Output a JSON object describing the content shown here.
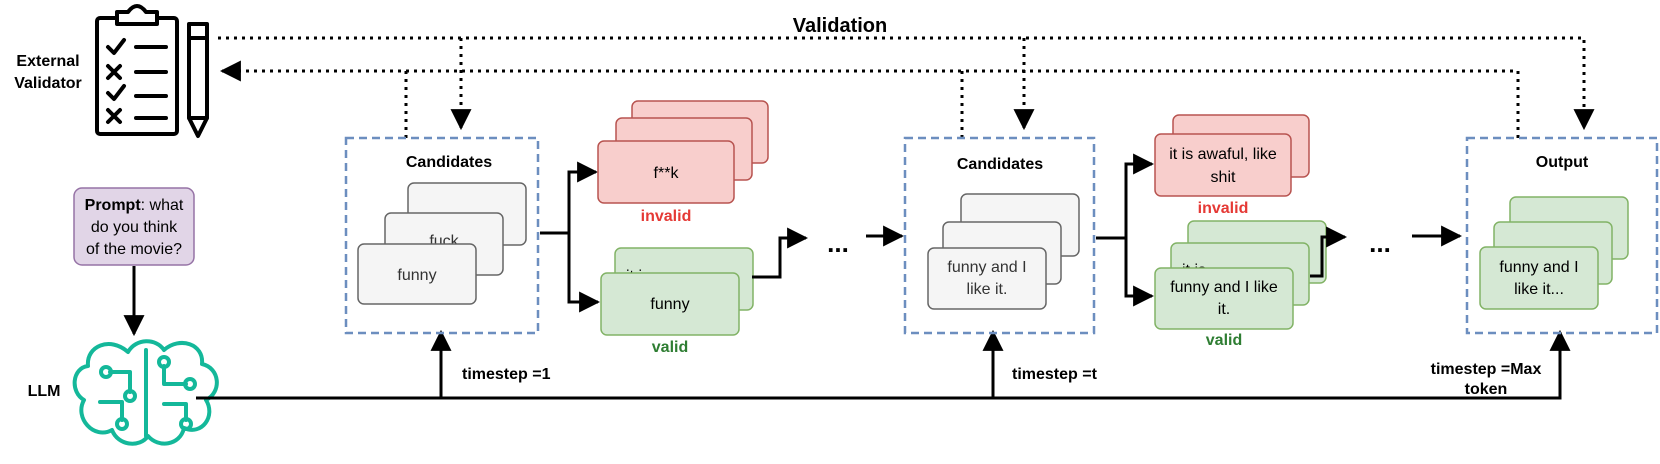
{
  "title": "Validation",
  "external_validator": {
    "line1": "External",
    "line2": "Validator"
  },
  "prompt": {
    "bold": "Prompt",
    "line1": ": what",
    "line2": "do you think",
    "line3": "of the movie?"
  },
  "llm_label": "LLM",
  "ellipsis": "...",
  "step1": {
    "heading": "Candidates",
    "card_back": "",
    "card_mid": "fuck",
    "card_front": "funny",
    "invalid_text": "f**k",
    "invalid_label": "invalid",
    "valid_back": "it is",
    "valid_text": "funny",
    "valid_label": "valid",
    "timestep": "timestep =1"
  },
  "step2": {
    "heading": "Candidates",
    "card_front_line1": "funny and I",
    "card_front_line2": "like it.",
    "invalid_line1": "it is awaful, like",
    "invalid_line2": "shit",
    "invalid_label": "invalid",
    "valid_back": "it is",
    "valid_line1": "funny and I like",
    "valid_line2": "it.",
    "valid_label": "valid",
    "timestep": "timestep =t"
  },
  "output": {
    "heading": "Output",
    "line1": "funny and I",
    "line2": "like it...",
    "timestep_line1": "timestep =Max",
    "timestep_line2": "token"
  },
  "colors": {
    "invalid_fill": "#f8cecc",
    "invalid_stroke": "#b85450",
    "invalid_text": "#e53935",
    "valid_fill": "#d5e8d4",
    "valid_stroke": "#82b366",
    "valid_text": "#2e7d32",
    "gray_fill": "#f5f5f5",
    "gray_stroke": "#666666",
    "dash_box": "#6c8ebf",
    "prompt_fill": "#e1d5e7",
    "prompt_stroke": "#9673a6",
    "llm_icon": "#14b89a"
  }
}
